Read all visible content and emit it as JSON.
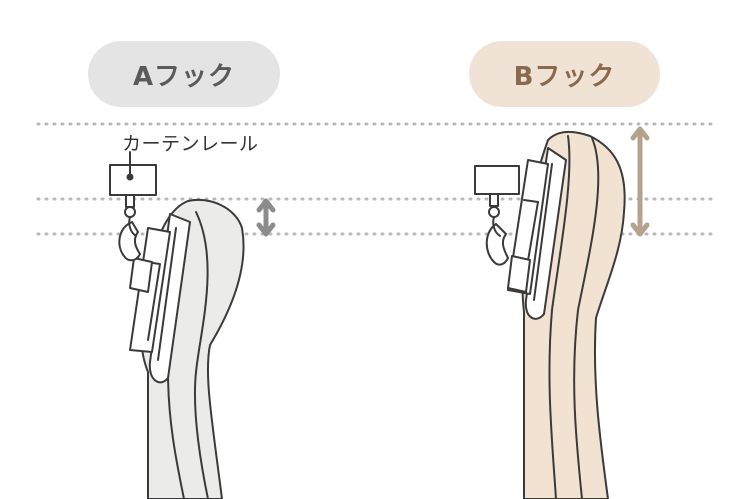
{
  "labels": {
    "a_hook": "Aフック",
    "b_hook": "Bフック",
    "curtain_rail": "カーテンレール"
  },
  "colors": {
    "a_pill_bg": "#e4e4e4",
    "a_pill_text": "#5a5a5a",
    "b_pill_bg": "#f0e3d6",
    "b_pill_text": "#8a6a4d",
    "a_curtain_fill": "#ebebea",
    "b_curtain_fill": "#f2e2d2",
    "outline": "#3a3a3a",
    "a_arrow": "#8c8c8c",
    "b_arrow": "#b5a28e",
    "guide_line": "#b8b8b8"
  },
  "icons": [
    "curtain-rail-runner-icon",
    "curtain-hook-icon",
    "height-arrow-icon"
  ]
}
